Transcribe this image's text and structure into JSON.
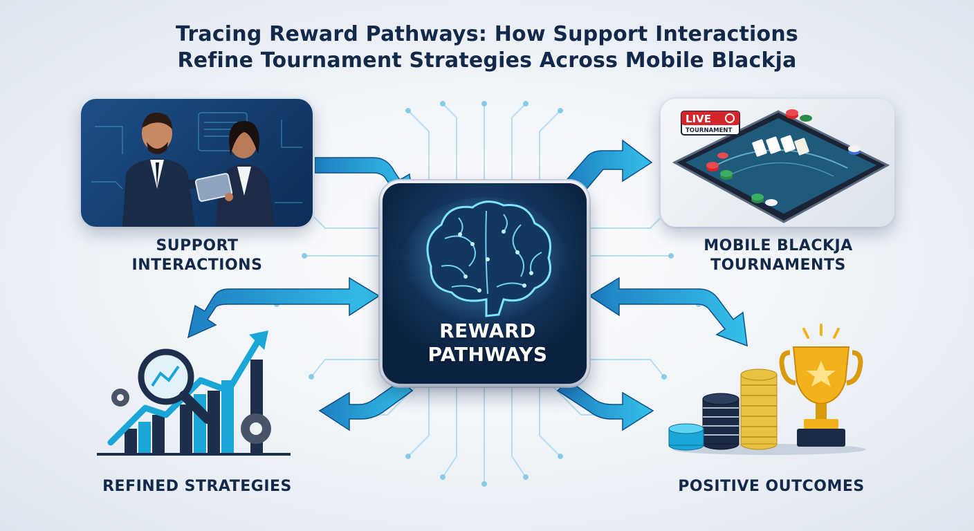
{
  "title": {
    "line1": "Tracing Reward Pathways: How Support Interactions",
    "line2": "Refine Tournament Strategies Across Mobile Blackja"
  },
  "center": {
    "label_line1": "REWARD",
    "label_line2": "PATHWAYS",
    "icon": "brain-icon"
  },
  "nodes": {
    "support": {
      "label_line1": "SUPPORT",
      "label_line2": "INTERACTIONS",
      "icon": "business-people-icon"
    },
    "mobile": {
      "label_line1": "MOBILE BLACKJA",
      "label_line2": "TOURNAMENTS",
      "icon": "tablet-blackjack-icon",
      "badge_live": "LIVE",
      "badge_sub": "TOURNAMENT"
    },
    "strategies": {
      "label": "REFINED STRATEGIES",
      "icon": "growth-chart-icon"
    },
    "outcomes": {
      "label": "POSITIVE OUTCOMES",
      "icon": "trophy-chips-icon"
    }
  },
  "colors": {
    "navy": "#0f2a4a",
    "deep": "#0b2140",
    "accent": "#1aa6d6",
    "accent_light": "#5fd3f5",
    "gold": "#f2b21b",
    "live_red": "#d7262b"
  }
}
